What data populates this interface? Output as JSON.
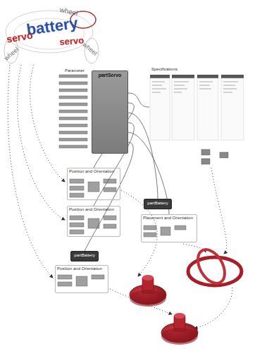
{
  "diagram": {
    "nodes": [
      {
        "text": [
          "partServo"
        ]
      },
      {
        "text": [
          "Specifications"
        ]
      },
      {
        "text": [
          "Position and Orientation"
        ]
      },
      {
        "text": [
          "partBattery"
        ]
      },
      {
        "text": [
          "Position and Orientation"
        ]
      },
      {
        "text": [
          "Placement and Orientation"
        ]
      },
      {
        "text": [
          "partBattery"
        ]
      },
      {
        "text": [
          "Position and Orientation"
        ]
      }
    ],
    "edges": [
      {
        "from": 0,
        "to": 1,
        "arrow": "none"
      },
      {
        "from": 0,
        "to": 2,
        "arrow": "none"
      },
      {
        "from": 0,
        "to": 3,
        "arrow": "none"
      },
      {
        "from": 0,
        "to": 4,
        "arrow": "none"
      },
      {
        "from": 0,
        "to": 5,
        "arrow": "none"
      },
      {
        "from": 0,
        "to": 6,
        "arrow": "none"
      }
    ],
    "labels": [
      "battery",
      "servo",
      "servo",
      "wheel",
      "wheel",
      "wheel",
      "Parameter"
    ]
  }
}
